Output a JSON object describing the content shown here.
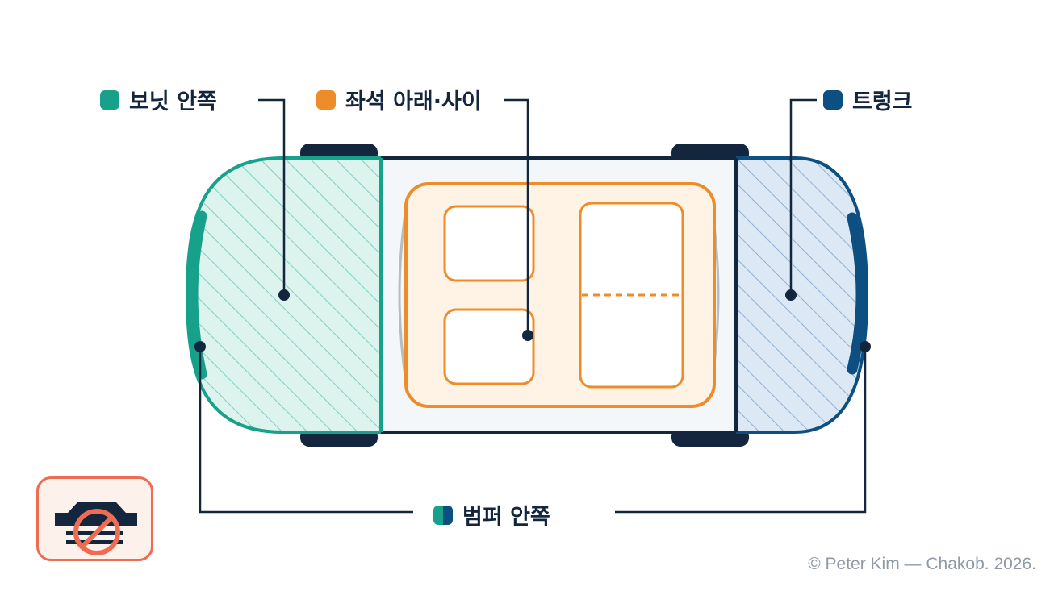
{
  "legend": {
    "hood": {
      "label": "보닛 안쪽",
      "color": "#17a08a"
    },
    "seats": {
      "label": "좌석 아래·사이",
      "color": "#ee8c2a"
    },
    "trunk": {
      "label": "트렁크",
      "color": "#0c4f80"
    },
    "bumper": {
      "label": "범퍼 안쪽",
      "color_left": "#17a08a",
      "color_right": "#0c4f80"
    }
  },
  "colors": {
    "ink": "#13263d",
    "hood_fill": "#dcf3ee",
    "trunk_fill": "#dce8f4",
    "cabin_fill": "#f3f7fa",
    "seat_fill": "#fff3e6",
    "warn": "#ef6b52"
  },
  "icons": {
    "warning": "no-car-icon"
  },
  "credit": "© Peter Kim — Chakob. 2026."
}
